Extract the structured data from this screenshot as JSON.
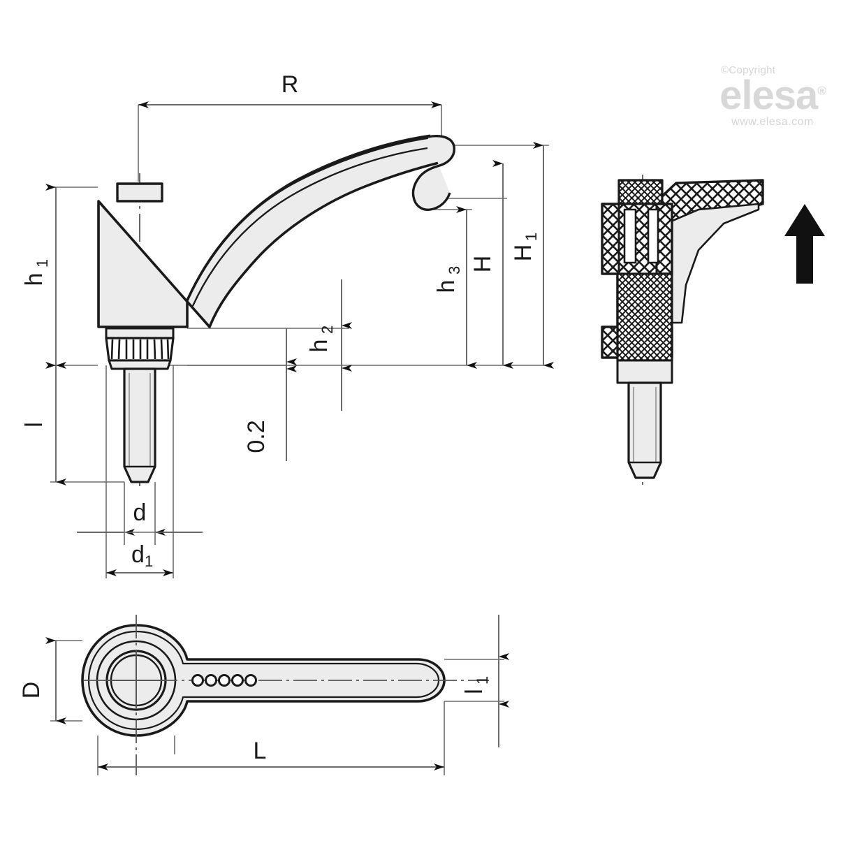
{
  "drawing": {
    "title": "Adjustable indexed clamping lever technical drawing",
    "colors": {
      "line": "#1a1a1a",
      "thin_line": "#6b6b6b",
      "fill_light": "#ececec",
      "fill_white": "#ffffff",
      "logo_gray": "#d8d8d8",
      "arrow_black": "#111111"
    },
    "views": [
      {
        "name": "front-elevation",
        "label": "front view"
      },
      {
        "name": "side-section",
        "label": "sectioned side view"
      },
      {
        "name": "plan-view",
        "label": "plan view"
      }
    ],
    "dimensions": {
      "R": {
        "label": "R",
        "sub": ""
      },
      "H1": {
        "label": "H",
        "sub": "1"
      },
      "H": {
        "label": "H",
        "sub": ""
      },
      "h3": {
        "label": "h",
        "sub": "3"
      },
      "h2": {
        "label": "h",
        "sub": "2"
      },
      "h1": {
        "label": "h",
        "sub": "1"
      },
      "l": {
        "label": "l",
        "sub": ""
      },
      "l1": {
        "label": "l",
        "sub": "1"
      },
      "gap": {
        "label": "0.2",
        "sub": ""
      },
      "d": {
        "label": "d",
        "sub": ""
      },
      "d1": {
        "label": "d",
        "sub": "1"
      },
      "D": {
        "label": "D",
        "sub": ""
      },
      "L": {
        "label": "L",
        "sub": ""
      }
    },
    "annotations": {
      "direction_arrow": "up-arrow"
    }
  },
  "logo": {
    "copyright": "©Copyright",
    "brand": "elesa",
    "trademark": "®",
    "url": "www.elesa.com"
  }
}
